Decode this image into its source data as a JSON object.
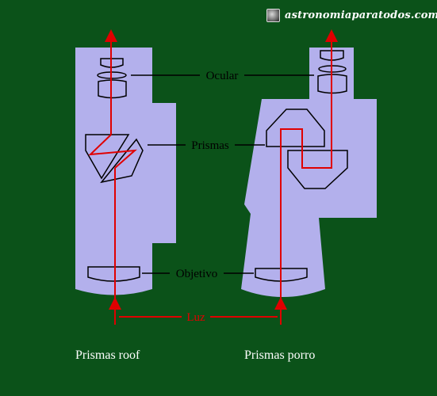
{
  "site": {
    "watermark": "astronomiaparatodos.com",
    "icon": "saturn-logo-icon"
  },
  "labels": {
    "eyepiece": "Ocular",
    "prisms": "Prismas",
    "objective": "Objetivo",
    "light": "Luz"
  },
  "captions": {
    "roof": "Prismas roof",
    "porro": "Prismas porro"
  },
  "colors": {
    "background": "#0b5219",
    "body": "#b3b0ec",
    "light_path": "#e00000",
    "outline": "#000000",
    "text": "#ffffff"
  }
}
